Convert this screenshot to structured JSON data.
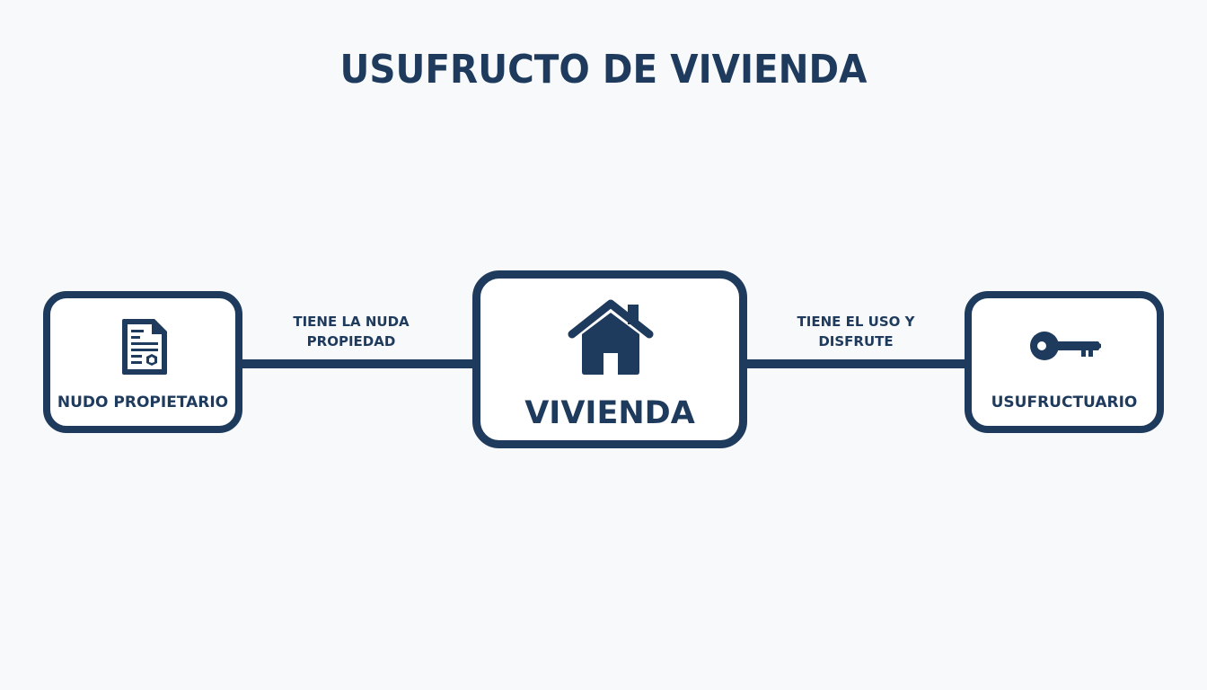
{
  "diagram": {
    "title": "USUFRUCTO DE VIVIENDA",
    "colors": {
      "primary": "#1e3a5c",
      "background": "#f8f9fa",
      "box_fill": "#ffffff"
    },
    "nodes": [
      {
        "id": "nudo",
        "label": "NUDO PROPIETARIO",
        "icon": "document-certificate-icon"
      },
      {
        "id": "vivienda",
        "label": "VIVIENDA",
        "icon": "house-icon"
      },
      {
        "id": "usufructuario",
        "label": "USUFRUCTUARIO",
        "icon": "key-icon"
      }
    ],
    "edges": [
      {
        "from": "nudo",
        "to": "vivienda",
        "label_line1": "TIENE LA NUDA",
        "label_line2": "PROPIEDAD"
      },
      {
        "from": "usufructuario",
        "to": "vivienda",
        "label_line1": "TIENE EL USO Y",
        "label_line2": "DISFRUTE"
      }
    ]
  }
}
